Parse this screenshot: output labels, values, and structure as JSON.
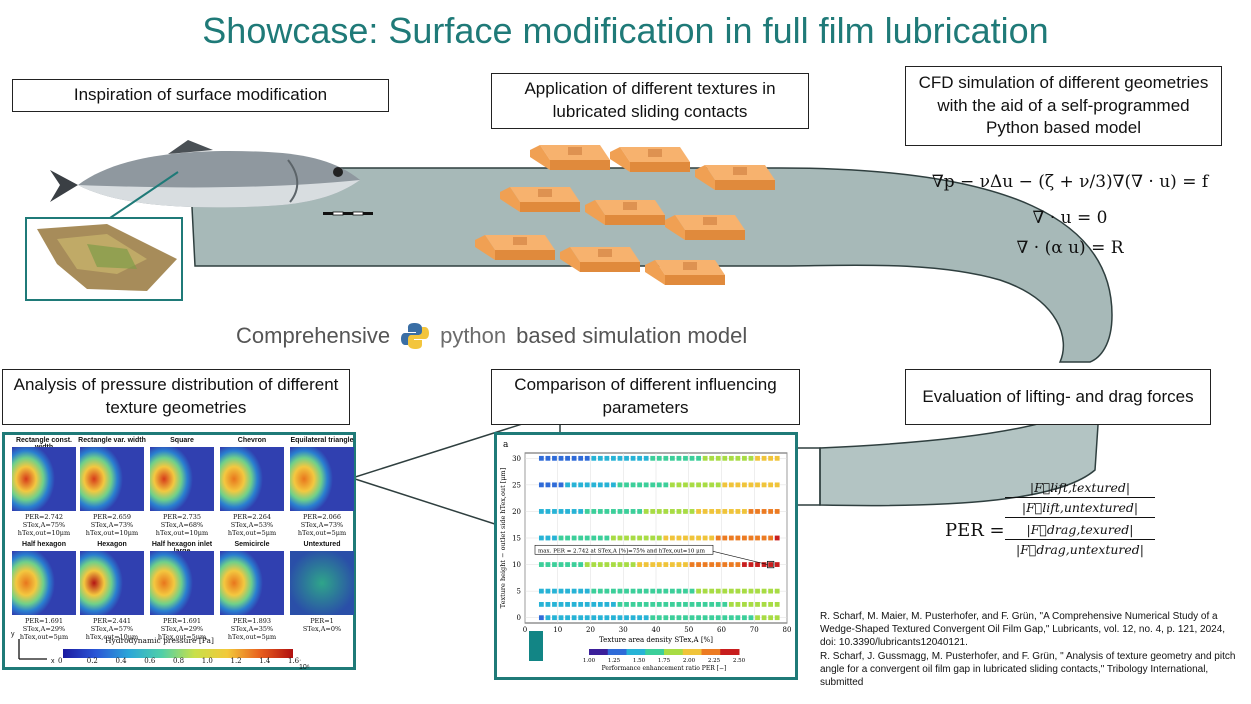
{
  "title": "Showcase: Surface modification in full film lubrication",
  "boxes": {
    "inspiration": "Inspiration of surface modification",
    "application": "Application of different textures in lubricated sliding contacts",
    "cfd": "CFD simulation of different geometries with the aid of a self-programmed Python based model",
    "analysis": "Analysis of pressure distribution of different texture geometries",
    "comparison": "Comparison of different influencing parameters",
    "evaluation": "Evaluation of lifting- and drag forces"
  },
  "middle_line": {
    "left": "Comprehensive",
    "python": "python",
    "right": "based simulation model"
  },
  "equations": {
    "eq1": "∇p − νΔu − (ζ + ν/3)∇(∇ · u) = f",
    "eq2": "∇ · u = 0",
    "eq3": "∇ · (α u) = R"
  },
  "per_formula": {
    "label": "PER =",
    "num_top": "|F⃗lift,textured|",
    "num_bot": "|F⃗lift,untextured|",
    "den_top": "|F⃗drag,texured|",
    "den_bot": "|F⃗drag,untextured|"
  },
  "heatmaps": [
    {
      "title": "Rectangle const. width",
      "per": "PER=2.742",
      "s": "STex,A=75%",
      "h": "hTex,out=10μm"
    },
    {
      "title": "Rectangle var. width",
      "per": "PER=2.659",
      "s": "STex,A=73%",
      "h": "hTex,out=10μm"
    },
    {
      "title": "Square",
      "per": "PER=2.735",
      "s": "STex,A=68%",
      "h": "hTex,out=10μm"
    },
    {
      "title": "Chevron",
      "per": "PER=2.264",
      "s": "STex,A=53%",
      "h": "hTex,out=5μm"
    },
    {
      "title": "Equilateral triangle",
      "per": "PER=2.066",
      "s": "STex,A=73%",
      "h": "hTex,out=5μm"
    },
    {
      "title": "Half hexagon",
      "per": "PER=1.691",
      "s": "STex,A=29%",
      "h": "hTex,out=5μm"
    },
    {
      "title": "Hexagon",
      "per": "PER=2.441",
      "s": "STex,A=57%",
      "h": "hTex,out=10μm"
    },
    {
      "title": "Half hexagon inlet large",
      "per": "PER=1.691",
      "s": "STex,A=29%",
      "h": "hTex,out=5μm"
    },
    {
      "title": "Semicircle",
      "per": "PER=1.893",
      "s": "STex,A=35%",
      "h": "hTex,out=5μm"
    },
    {
      "title": "Untextured",
      "per": "PER=1",
      "s": "STex,A=0%",
      "h": ""
    }
  ],
  "pressure_colorbar": {
    "label": "Hydrodynamic pressure [Pa]",
    "ticks": [
      "0",
      "0.2",
      "0.4",
      "0.6",
      "0.8",
      "1.0",
      "1.2",
      "1.4",
      "1.6"
    ],
    "exp": "· 10⁶",
    "axis_x": "x",
    "axis_y": "y"
  },
  "scatter_panel": {
    "panel_letter": "a",
    "annotation": "max. PER = 2.742 at STex,A [%]=75% and hTex,out=10 μm",
    "colorbar_label": "Performance enhancement ratio PER [−]",
    "colorbar_ticks": [
      "1.00",
      "1.25",
      "1.50",
      "1.75",
      "2.00",
      "2.25",
      "2.50"
    ]
  },
  "chart_data": {
    "type": "scatter",
    "xlabel": "Texture area density STex,A [%]",
    "ylabel": "Texture height − outlet side hTex,out [μm]",
    "xlim": [
      0,
      80
    ],
    "ylim": [
      -1,
      31
    ],
    "xticks": [
      0,
      10,
      20,
      30,
      40,
      50,
      60,
      70,
      80
    ],
    "yticks": [
      0,
      5,
      10,
      15,
      20,
      25,
      30
    ],
    "y_levels": [
      0,
      2.5,
      5,
      10,
      15,
      20,
      25,
      30
    ],
    "x": [
      5,
      7,
      9,
      11,
      13,
      15,
      17,
      19,
      21,
      23,
      25,
      27,
      29,
      31,
      33,
      35,
      37,
      39,
      41,
      43,
      45,
      47,
      49,
      51,
      53,
      55,
      57,
      59,
      61,
      63,
      65,
      67,
      69,
      71,
      73,
      75,
      77
    ],
    "per_peak": {
      "x": 75,
      "y": 10,
      "value": 2.742
    }
  },
  "references": [
    "R. Scharf, M. Maier, M. Pusterhofer, and F. Grün, \"A Comprehensive Numerical Study of a Wedge-Shaped Textured Convergent Oil Film Gap,\" Lubricants, vol. 12, no. 4, p. 121, 2024, doi: 10.3390/lubricants12040121.",
    "R. Scharf, J. Gussmagg, M. Pusterhofer, and F. Grün, \" Analysis of texture geometry and pitch angle for a convergent oil film gap in lubricated sliding contacts,\" Tribology International, submitted"
  ],
  "colors": {
    "accent": "#1f7a78",
    "band": "#9fb3b2",
    "block": "#f3a45b"
  }
}
